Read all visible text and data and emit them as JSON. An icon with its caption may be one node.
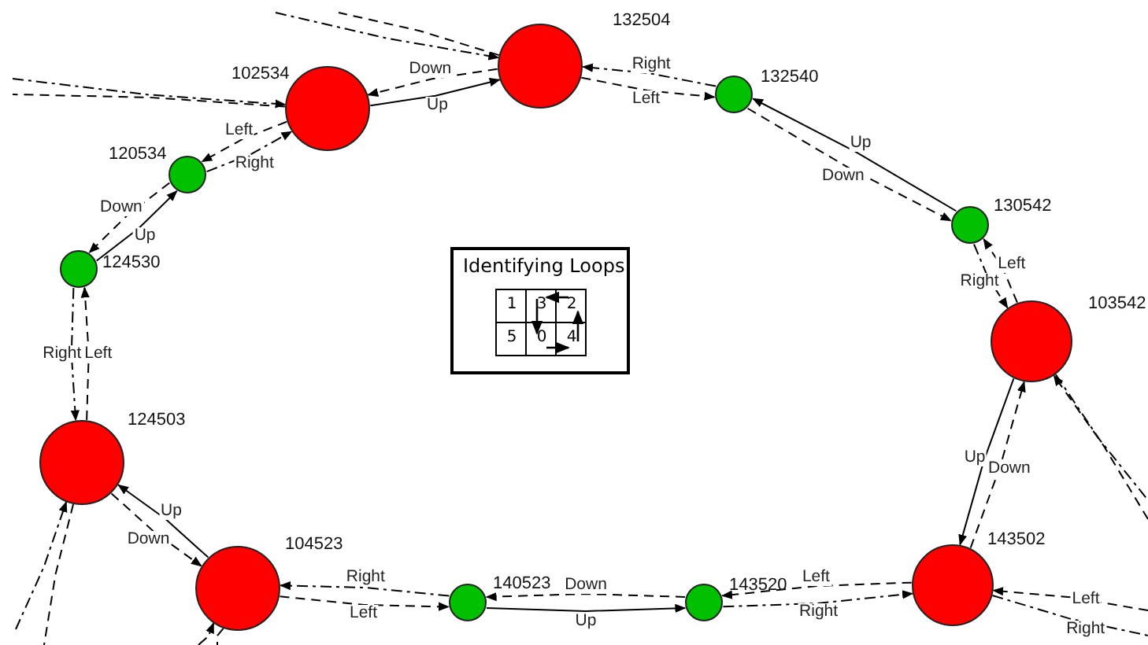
{
  "diagram": {
    "nodes": [
      {
        "text": [],
        "shape": "circle",
        "beside": [
          "132504"
        ]
      },
      {
        "text": [],
        "shape": "circle",
        "beside": [
          "102534"
        ]
      },
      {
        "text": [],
        "shape": "circle",
        "beside": [
          "132540"
        ]
      },
      {
        "text": [],
        "shape": "circle",
        "beside": [
          "120534"
        ]
      },
      {
        "text": [],
        "shape": "circle",
        "beside": [
          "130542"
        ]
      },
      {
        "text": [],
        "shape": "circle",
        "beside": [
          "124530"
        ]
      },
      {
        "text": [],
        "shape": "circle",
        "beside": [
          "103542"
        ]
      },
      {
        "text": [],
        "shape": "circle",
        "beside": [
          "124503"
        ]
      },
      {
        "text": [],
        "shape": "circle",
        "beside": [
          "143502"
        ]
      },
      {
        "text": [],
        "shape": "circle",
        "beside": [
          "104523"
        ]
      },
      {
        "text": [],
        "shape": "circle",
        "beside": [
          "140523"
        ]
      },
      {
        "text": [],
        "shape": "circle",
        "beside": [
          "143520"
        ]
      },
      {
        "text": [
          "Identifying Loops"
        ]
      }
    ],
    "edges": [
      {
        "from": 1,
        "to": 0,
        "arrow": "to",
        "label": "Up"
      },
      {
        "from": 0,
        "to": 1,
        "arrow": "to",
        "label": "Down",
        "style": "dashed"
      },
      {
        "from": 2,
        "to": 0,
        "arrow": "to",
        "label": "Right",
        "style": "dashed"
      },
      {
        "from": 0,
        "to": 2,
        "arrow": "to",
        "label": "Left",
        "style": "dashed"
      },
      {
        "from": 4,
        "to": 2,
        "arrow": "to",
        "label": "Up"
      },
      {
        "from": 2,
        "to": 4,
        "arrow": "to",
        "label": "Down",
        "style": "dashed"
      },
      {
        "from": 4,
        "to": 6,
        "arrow": "to",
        "label": "Right",
        "style": "dashed"
      },
      {
        "from": 6,
        "to": 4,
        "arrow": "to",
        "label": "Left",
        "style": "dashed"
      },
      {
        "from": 6,
        "to": 8,
        "arrow": "to",
        "label": "Up"
      },
      {
        "from": 8,
        "to": 6,
        "arrow": "to",
        "label": "Down",
        "style": "dashed"
      },
      {
        "from": 8,
        "to": 11,
        "arrow": "to",
        "label": "Left",
        "style": "dashed"
      },
      {
        "from": 11,
        "to": 8,
        "arrow": "to",
        "label": "Right",
        "style": "dashed"
      },
      {
        "from": 11,
        "to": 10,
        "arrow": "to",
        "label": "Down",
        "style": "dashed"
      },
      {
        "from": 10,
        "to": 11,
        "arrow": "to",
        "label": "Up"
      },
      {
        "from": 10,
        "to": 9,
        "arrow": "to",
        "label": "Right",
        "style": "dashed"
      },
      {
        "from": 9,
        "to": 10,
        "arrow": "to",
        "label": "Left",
        "style": "dashed"
      },
      {
        "from": 9,
        "to": 7,
        "arrow": "to",
        "label": "Up"
      },
      {
        "from": 7,
        "to": 9,
        "arrow": "to",
        "label": "Down",
        "style": "dashed"
      },
      {
        "from": 5,
        "to": 7,
        "arrow": "to",
        "label": "Right",
        "style": "dashed"
      },
      {
        "from": 7,
        "to": 5,
        "arrow": "to",
        "label": "Left",
        "style": "dashed"
      },
      {
        "from": 5,
        "to": 3,
        "arrow": "to",
        "label": "Up"
      },
      {
        "from": 3,
        "to": 5,
        "arrow": "to",
        "label": "Down",
        "style": "dashed"
      },
      {
        "from": 1,
        "to": 3,
        "arrow": "to",
        "label": "Left",
        "style": "dashed"
      },
      {
        "from": 3,
        "to": 1,
        "arrow": "to",
        "label": "Right",
        "style": "dashed"
      },
      {
        "from": null,
        "to": 1,
        "arrow": "to",
        "style": "dashed"
      },
      {
        "from": 1,
        "to": null,
        "arrow": "none",
        "style": "dashed"
      },
      {
        "from": null,
        "to": 0,
        "arrow": "to",
        "style": "dashed"
      },
      {
        "from": 0,
        "to": null,
        "arrow": "none",
        "style": "dashed"
      },
      {
        "from": null,
        "to": 7,
        "arrow": "to",
        "style": "dashed"
      },
      {
        "from": 7,
        "to": null,
        "arrow": "none",
        "style": "dashed"
      },
      {
        "from": null,
        "to": 9,
        "arrow": "to",
        "style": "dashed"
      },
      {
        "from": 9,
        "to": null,
        "arrow": "none",
        "style": "dashed"
      },
      {
        "from": null,
        "to": 6,
        "arrow": "to",
        "style": "dashed"
      },
      {
        "from": 6,
        "to": null,
        "arrow": "none",
        "style": "dashed"
      },
      {
        "from": null,
        "to": 8,
        "arrow": "to",
        "label": "Left",
        "style": "dashed"
      },
      {
        "from": 8,
        "to": null,
        "arrow": "none",
        "label": "Right",
        "style": "dashed"
      }
    ],
    "labels": [
      "1",
      "3",
      "2",
      "5",
      "0",
      "4"
    ]
  }
}
